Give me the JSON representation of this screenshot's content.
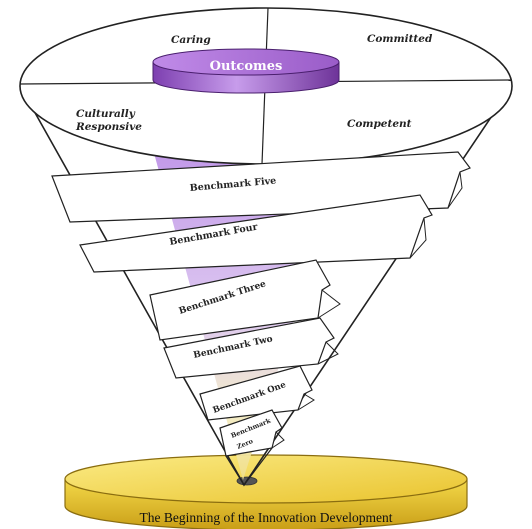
{
  "quadrants": {
    "top_left": "Caring",
    "top_right": "Committed",
    "bottom_left_line1": "Culturally",
    "bottom_left_line2": "Responsive",
    "bottom_right": "Competent"
  },
  "center_label": "Outcomes",
  "benchmarks": {
    "five": "Benchmark Five",
    "four": "Benchmark Four",
    "three": "Benchmark Three",
    "two": "Benchmark Two",
    "one": "Benchmark One",
    "zero_line1": "Benchmark",
    "zero_line2": "Zero"
  },
  "base_label": "The Beginning of the Innovation Development",
  "colors": {
    "purple": "#a86fd4",
    "purple_light": "#d8b8f0",
    "gold": "#f2d23c",
    "gold_dark": "#c9a21a",
    "outline": "#333333"
  }
}
